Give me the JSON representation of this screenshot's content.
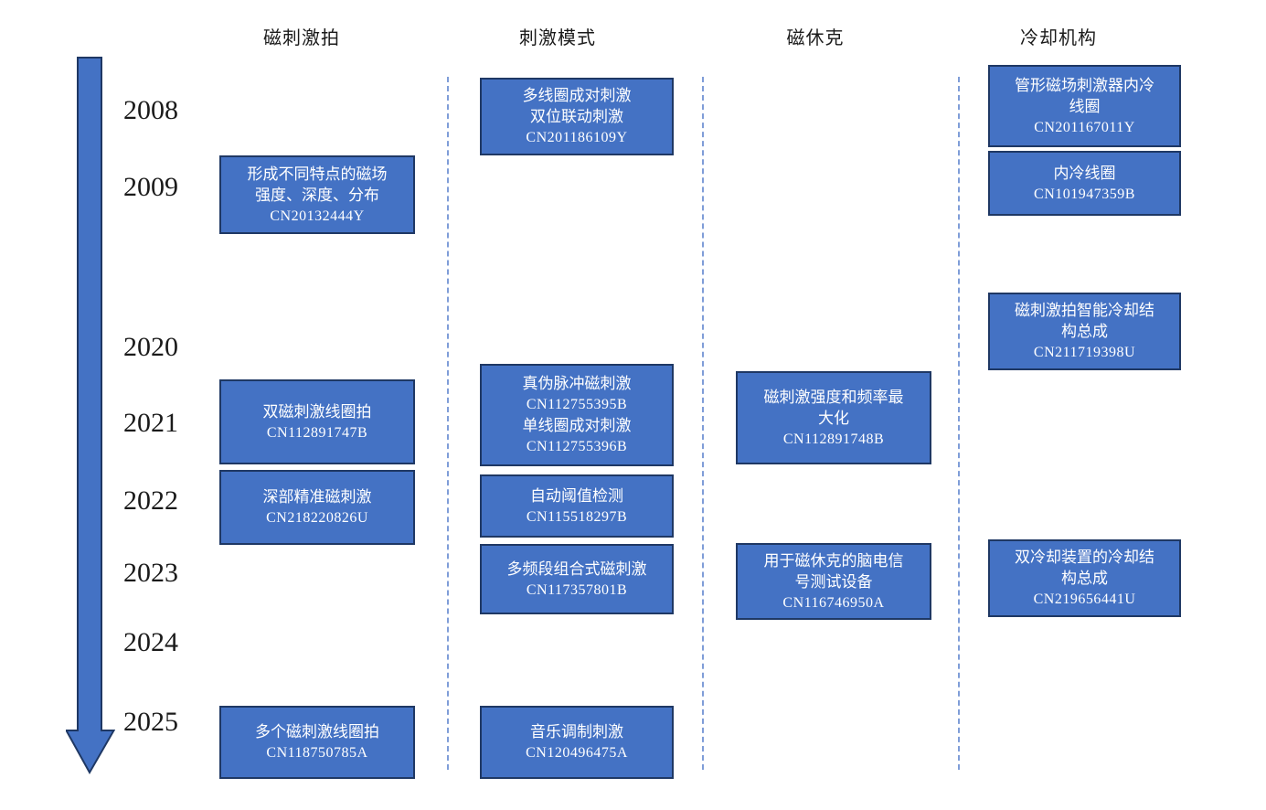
{
  "years": [
    "2008",
    "2009",
    "2020",
    "2021",
    "2022",
    "2023",
    "2024",
    "2025"
  ],
  "columns": [
    {
      "header": "磁刺激拍",
      "boxes": [
        {
          "lines": [
            "形成不同特点的磁场",
            "强度、深度、分布",
            "CN20132444Y"
          ]
        },
        {
          "lines": [
            "双磁刺激线圈拍",
            "CN112891747B"
          ]
        },
        {
          "lines": [
            "深部精准磁刺激",
            "CN218220826U"
          ]
        },
        {
          "lines": [
            "多个磁刺激线圈拍",
            "CN118750785A"
          ]
        }
      ]
    },
    {
      "header": "刺激模式",
      "boxes": [
        {
          "lines": [
            "多线圈成对刺激",
            "双位联动刺激",
            "CN201186109Y"
          ]
        },
        {
          "lines": [
            "真伪脉冲磁刺激",
            "CN112755395B",
            "单线圈成对刺激",
            "CN112755396B"
          ]
        },
        {
          "lines": [
            "自动阈值检测",
            "CN115518297B"
          ]
        },
        {
          "lines": [
            "多频段组合式磁刺激",
            "CN117357801B"
          ]
        },
        {
          "lines": [
            "音乐调制刺激",
            "CN120496475A"
          ]
        }
      ]
    },
    {
      "header": "磁休克",
      "boxes": [
        {
          "lines": [
            "磁刺激强度和频率最",
            "大化",
            "CN112891748B"
          ]
        },
        {
          "lines": [
            "用于磁休克的脑电信",
            "号测试设备",
            "CN116746950A"
          ]
        }
      ]
    },
    {
      "header": "冷却机构",
      "boxes": [
        {
          "lines": [
            "管形磁场刺激器内冷",
            "线圈",
            "CN201167011Y"
          ]
        },
        {
          "lines": [
            "内冷线圈",
            "CN101947359B"
          ]
        },
        {
          "lines": [
            "磁刺激拍智能冷却结",
            "构总成",
            "CN211719398U"
          ]
        },
        {
          "lines": [
            "双冷却装置的冷却结",
            "构总成",
            "CN219656441U"
          ]
        }
      ]
    }
  ],
  "colors": {
    "box_fill": "#4472C4",
    "box_border": "#1F3864",
    "arrow_fill": "#4472C4",
    "arrow_border": "#1F3864",
    "divider": "#7F9DD8",
    "box_text": "#FFFFFF",
    "label_text": "#1A1A1A"
  }
}
